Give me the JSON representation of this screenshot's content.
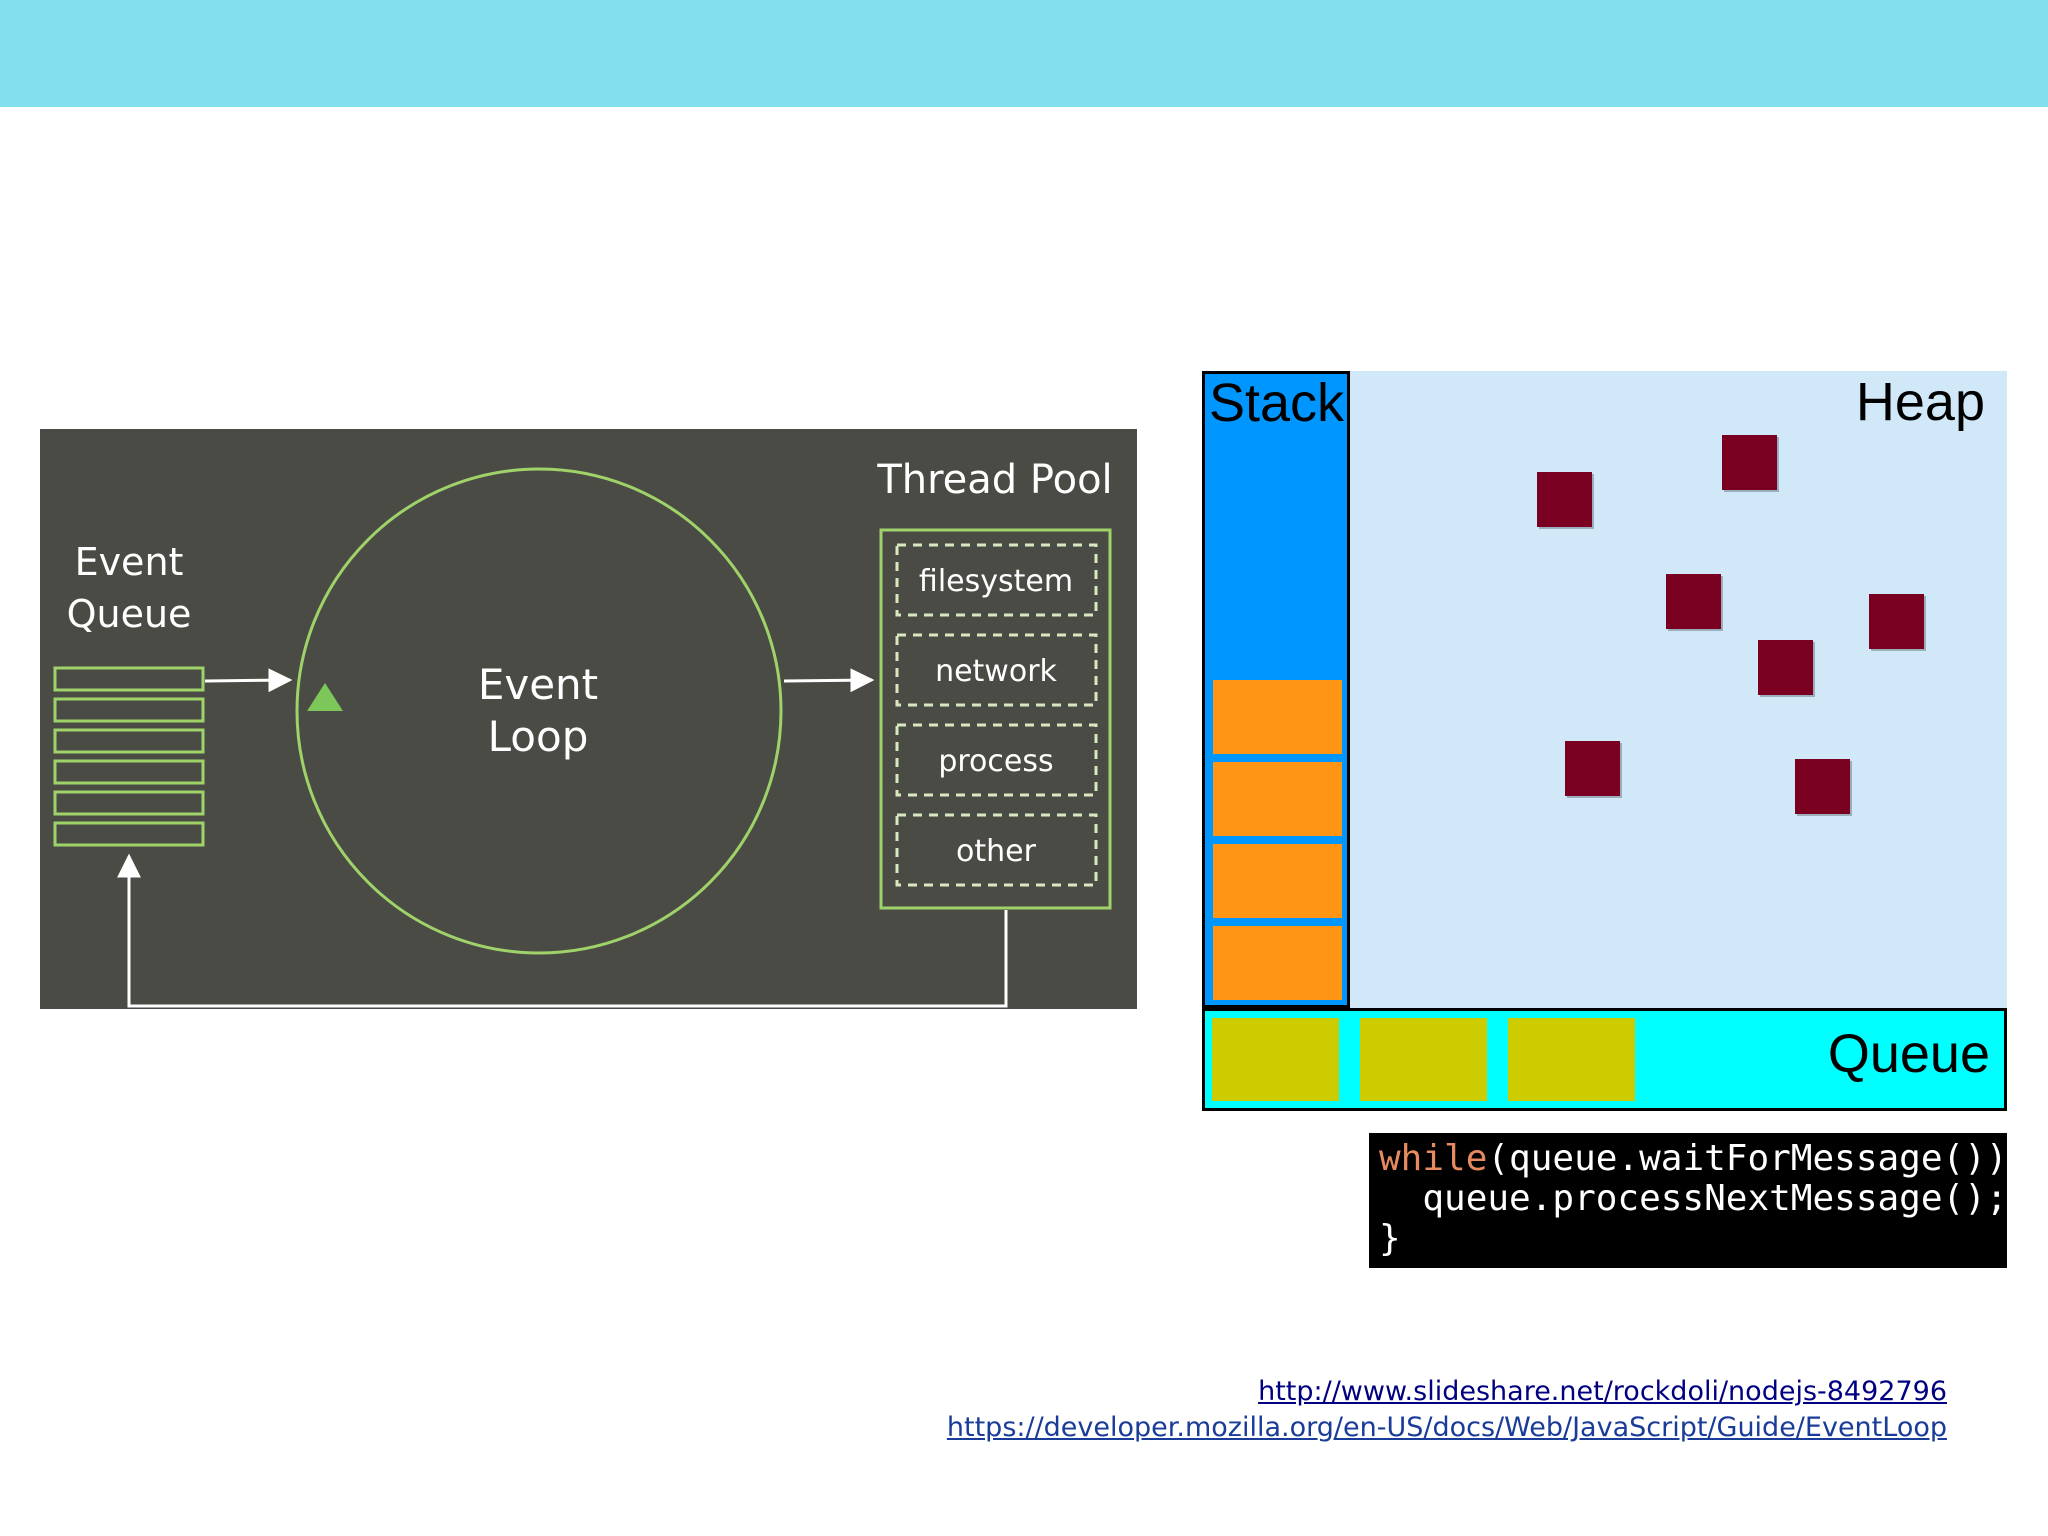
{
  "colors": {
    "banner": "#82dfec",
    "diagram_bg": "#4b4b45",
    "diagram_line": "#9fd36a",
    "stack": "#0096ff",
    "stack_frame": "#ff9512",
    "heap": "#d1e8f8",
    "heap_object": "#7a0021",
    "queue": "#00ffff",
    "queue_message": "#cccc00",
    "code_keyword": "#e88a5f"
  },
  "event_loop_diagram": {
    "event_queue_label": [
      "Event",
      "Queue"
    ],
    "event_loop_label": [
      "Event",
      "Loop"
    ],
    "thread_pool_title": "Thread Pool",
    "thread_pool_items": [
      "filesystem",
      "network",
      "process",
      "other"
    ],
    "queue_slots": 6
  },
  "runtime_diagram": {
    "stack_label": "Stack",
    "heap_label": "Heap",
    "queue_label": "Queue",
    "stack_frames": 4,
    "heap_objects": 7,
    "queue_messages": 3
  },
  "code": {
    "line1_keyword": "while",
    "line1_rest": "(queue.waitForMessage()){",
    "line2": "  queue.processNextMessage();",
    "line3": "}"
  },
  "links": [
    "http://www.slideshare.net/rockdoli/nodejs-8492796",
    "https://developer.mozilla.org/en-US/docs/Web/JavaScript/Guide/EventLoop"
  ]
}
